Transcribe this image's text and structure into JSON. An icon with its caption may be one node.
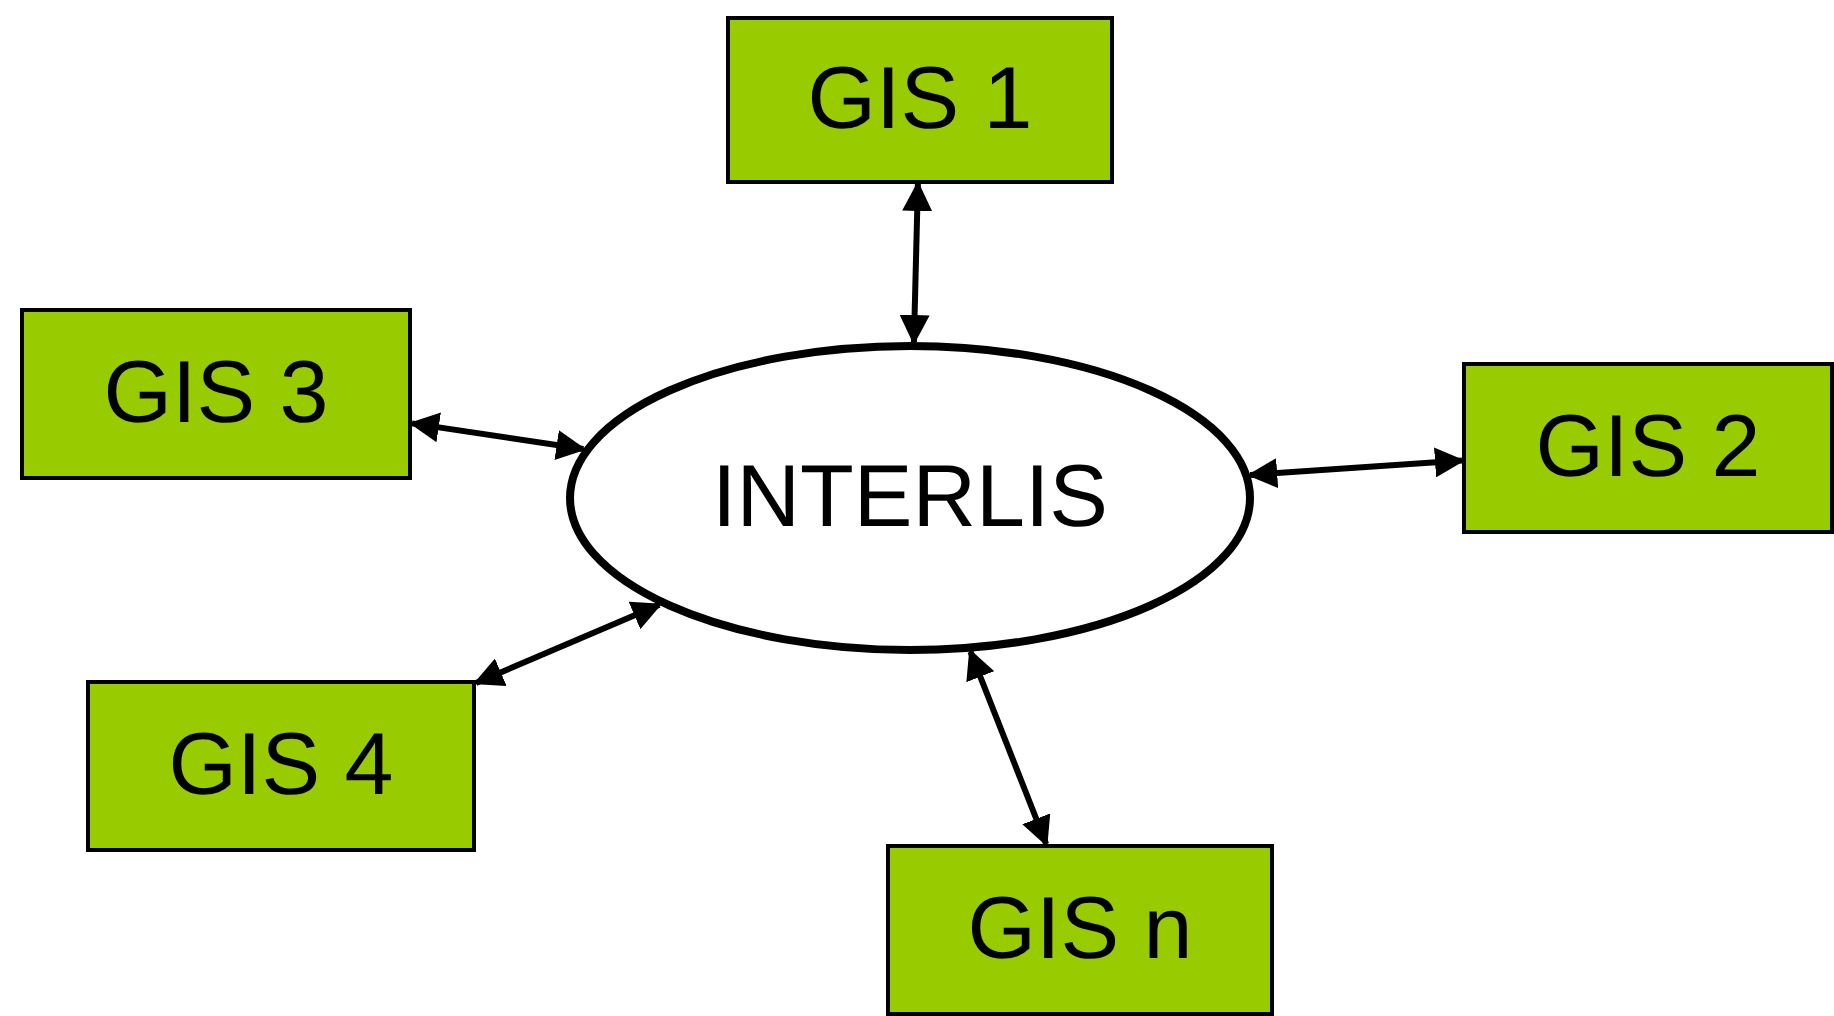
{
  "diagram": {
    "nodes": [
      {
        "text": [
          "GIS 1"
        ]
      },
      {
        "text": [
          "GIS 3"
        ]
      },
      {
        "text": [
          "INTERLIS"
        ]
      },
      {
        "text": [
          "GIS 2"
        ]
      },
      {
        "text": [
          "GIS 4"
        ]
      },
      {
        "text": [
          "GIS n"
        ]
      }
    ],
    "edges": [
      {
        "from": 2,
        "to": 0,
        "arrow": "both"
      },
      {
        "from": 2,
        "to": 1,
        "arrow": "both"
      },
      {
        "from": 2,
        "to": 3,
        "arrow": "both"
      },
      {
        "from": 2,
        "to": 4,
        "arrow": "both"
      },
      {
        "from": 2,
        "to": 5,
        "arrow": "both"
      }
    ]
  }
}
